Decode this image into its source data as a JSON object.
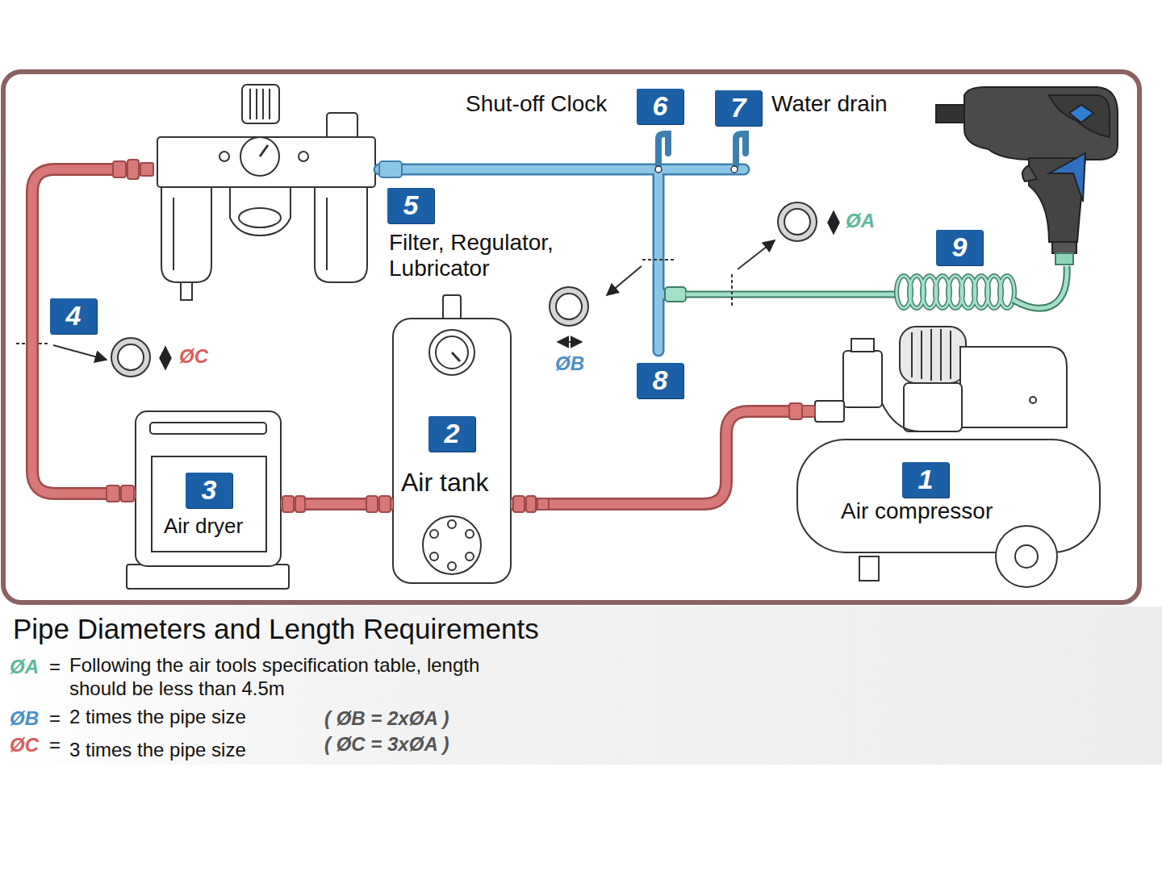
{
  "diagram": {
    "title": "Pipe Diameters and Length Requirements",
    "nodes": [
      {
        "text": [
          "5",
          "Filter, Regulator, Lubricator"
        ]
      },
      {
        "text": [
          "2",
          "Air tank"
        ]
      },
      {
        "text": [
          "3",
          "Air dryer"
        ]
      },
      {
        "text": [
          "1",
          "Air compressor"
        ]
      }
    ],
    "edges": [
      {
        "from": 3,
        "to": 1,
        "arrow": "none"
      },
      {
        "from": 1,
        "to": 2,
        "arrow": "none"
      },
      {
        "from": 2,
        "to": 0,
        "arrow": "none"
      }
    ],
    "labels": [
      "Shut-off Clock",
      "6",
      "7",
      "Water drain",
      "4",
      "ØA",
      "9",
      "ØB",
      "ØC",
      "8",
      "ØA",
      "=",
      "Following the air tools specification table, length should be less than 4.5m",
      "ØB",
      "=",
      "2 times the pipe size",
      "( ØB = 2xØA )",
      "ØC",
      "=",
      "3 times the pipe size",
      "( ØC = 3xØA )"
    ]
  }
}
